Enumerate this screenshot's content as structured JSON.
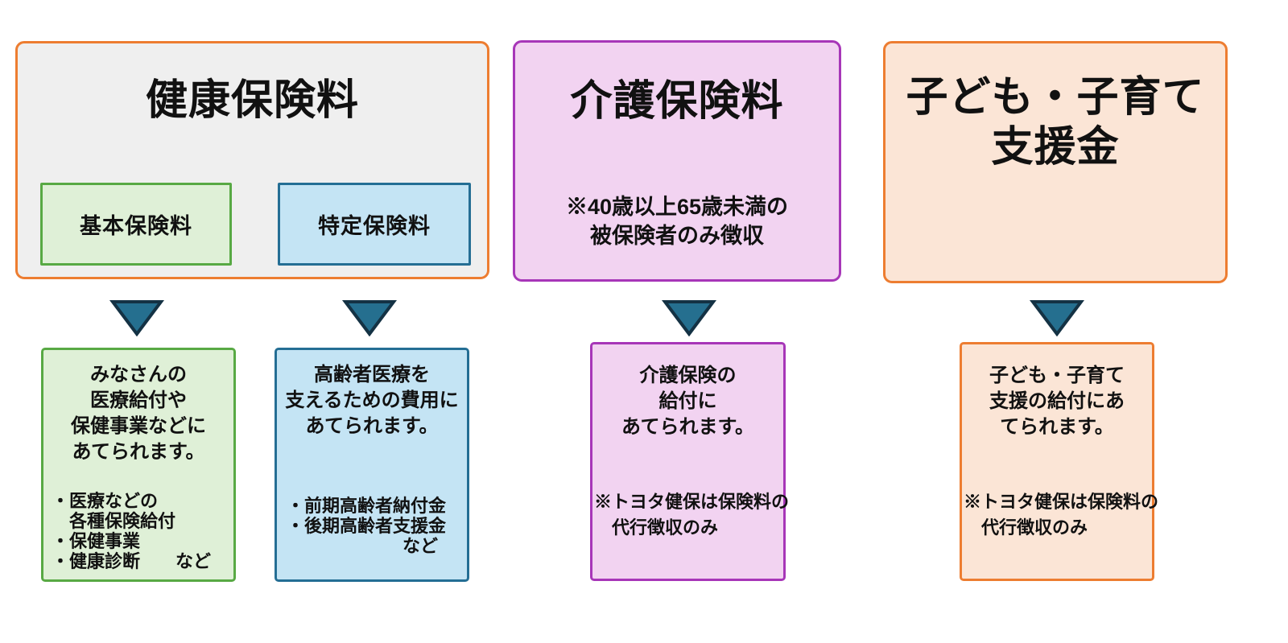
{
  "colors": {
    "orange": "#ED7D31",
    "purple": "#A736B8",
    "green": "#58A944",
    "blue": "#246E94",
    "gray-fill": "#EFEFEF",
    "green-fill": "#DFF0D7",
    "blue-fill": "#C4E4F4",
    "pink-fill": "#F2D3F1",
    "peach-fill": "#FBE5D6",
    "arrow-fill": "#256F8F",
    "arrow-stroke": "#143244",
    "text": "#111111"
  },
  "top_boxes": [
    {
      "title": "健康保険料",
      "sub_boxes": [
        {
          "label": "基本保険料"
        },
        {
          "label": "特定保険料"
        }
      ]
    },
    {
      "title": "介護保険料",
      "note_lines": [
        "※40歳以上65歳未満の",
        "被保険者のみ徴収"
      ]
    },
    {
      "title_lines": [
        "子ども・子育て",
        "支援金"
      ]
    }
  ],
  "detail_boxes": [
    {
      "centered_lines": [
        "みなさんの",
        "医療給付や",
        "保健事業などに",
        "あてられます。"
      ],
      "list_lines": [
        "・医療などの",
        "　各種保険給付",
        "・保健事業",
        "・健康診断　　など"
      ]
    },
    {
      "centered_lines": [
        "高齢者医療を",
        "支えるための費用に",
        "あてられます。"
      ],
      "list_lines": [
        "・前期高齢者納付金",
        "・後期高齢者支援金"
      ],
      "list_suffix": "など"
    },
    {
      "centered_lines": [
        "介護保険の",
        "給付に",
        "あてられます。"
      ],
      "note_lines": [
        "※トヨタ健保は保険料の",
        "　代行徴収のみ"
      ]
    },
    {
      "centered_lines": [
        "子ども・子育て",
        "支援の給付にあ",
        "てられます。"
      ],
      "note_lines": [
        "※トヨタ健保は保険料の",
        "　代行徴収のみ"
      ]
    }
  ]
}
